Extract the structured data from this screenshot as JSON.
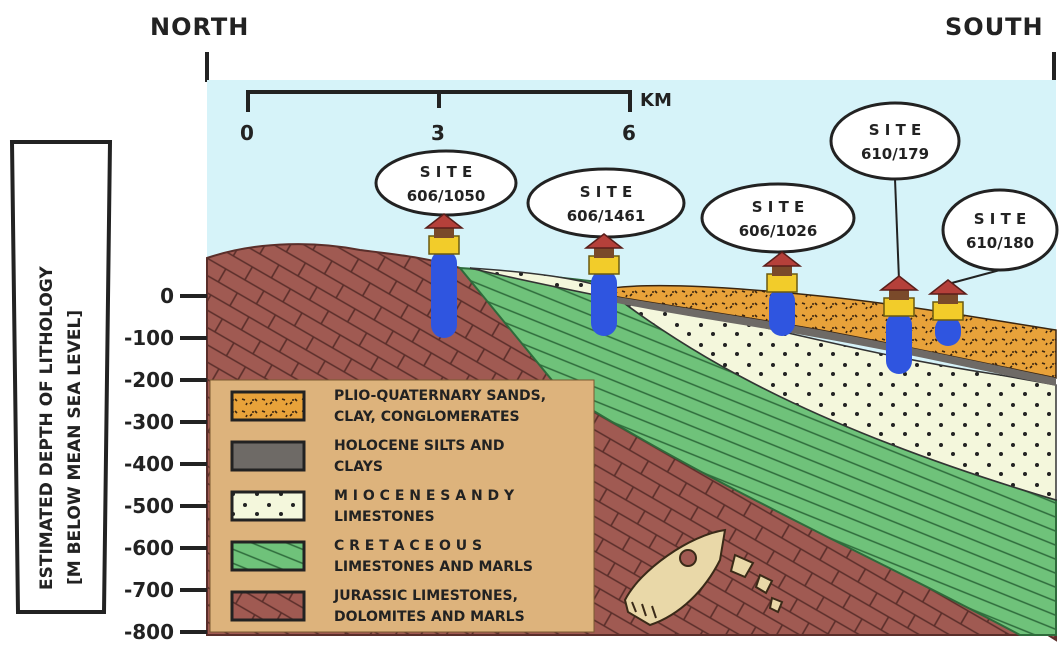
{
  "directions": {
    "north": "NORTH",
    "south": "SOUTH"
  },
  "scale_bar": {
    "unit": "KM",
    "ticks": [
      "0",
      "3",
      "6"
    ]
  },
  "y_axis": {
    "label_line1": "ESTIMATED DEPTH OF LITHOLOGY",
    "label_line2": "[M BELOW MEAN SEA LEVEL]",
    "ticks": [
      "0",
      "-100",
      "-200",
      "-300",
      "-400",
      "-500",
      "-600",
      "-700",
      "-800"
    ]
  },
  "sites": [
    {
      "word": "S I T E",
      "id": "606/1050"
    },
    {
      "word": "S I T E",
      "id": "606/1461"
    },
    {
      "word": "S I T E",
      "id": "606/1026"
    },
    {
      "word": "S I T E",
      "id": "610/179"
    },
    {
      "word": "S I T E",
      "id": "610/180"
    }
  ],
  "legend": [
    {
      "line1": "PLIO-QUATERNARY SANDS,",
      "line2": "CLAY, CONGLOMERATES",
      "color": "#e8a23a"
    },
    {
      "line1": "HOLOCENE SILTS AND",
      "line2": "CLAYS",
      "color": "#6e6a66"
    },
    {
      "line1": "M I O C E N E   S A N D Y",
      "line2": "LIMESTONES",
      "color": "#f4f7dc"
    },
    {
      "line1": "C R E T A C E O U S",
      "line2": "LIMESTONES AND MARLS",
      "color": "#6fc27a"
    },
    {
      "line1": "JURASSIC LIMESTONES,",
      "line2": "DOLOMITES AND MARLS",
      "color": "#a05a52"
    }
  ],
  "colors": {
    "sky": "#d6f3f9",
    "jurassic": "#a05a52",
    "cretaceous": "#6fc27a",
    "miocene": "#f4f7dc",
    "plio": "#e8a23a",
    "holocene": "#6e6a66",
    "well": "#2f55e0",
    "legend_bg": "#ddb37c",
    "fossil": "#e9d8a8"
  }
}
